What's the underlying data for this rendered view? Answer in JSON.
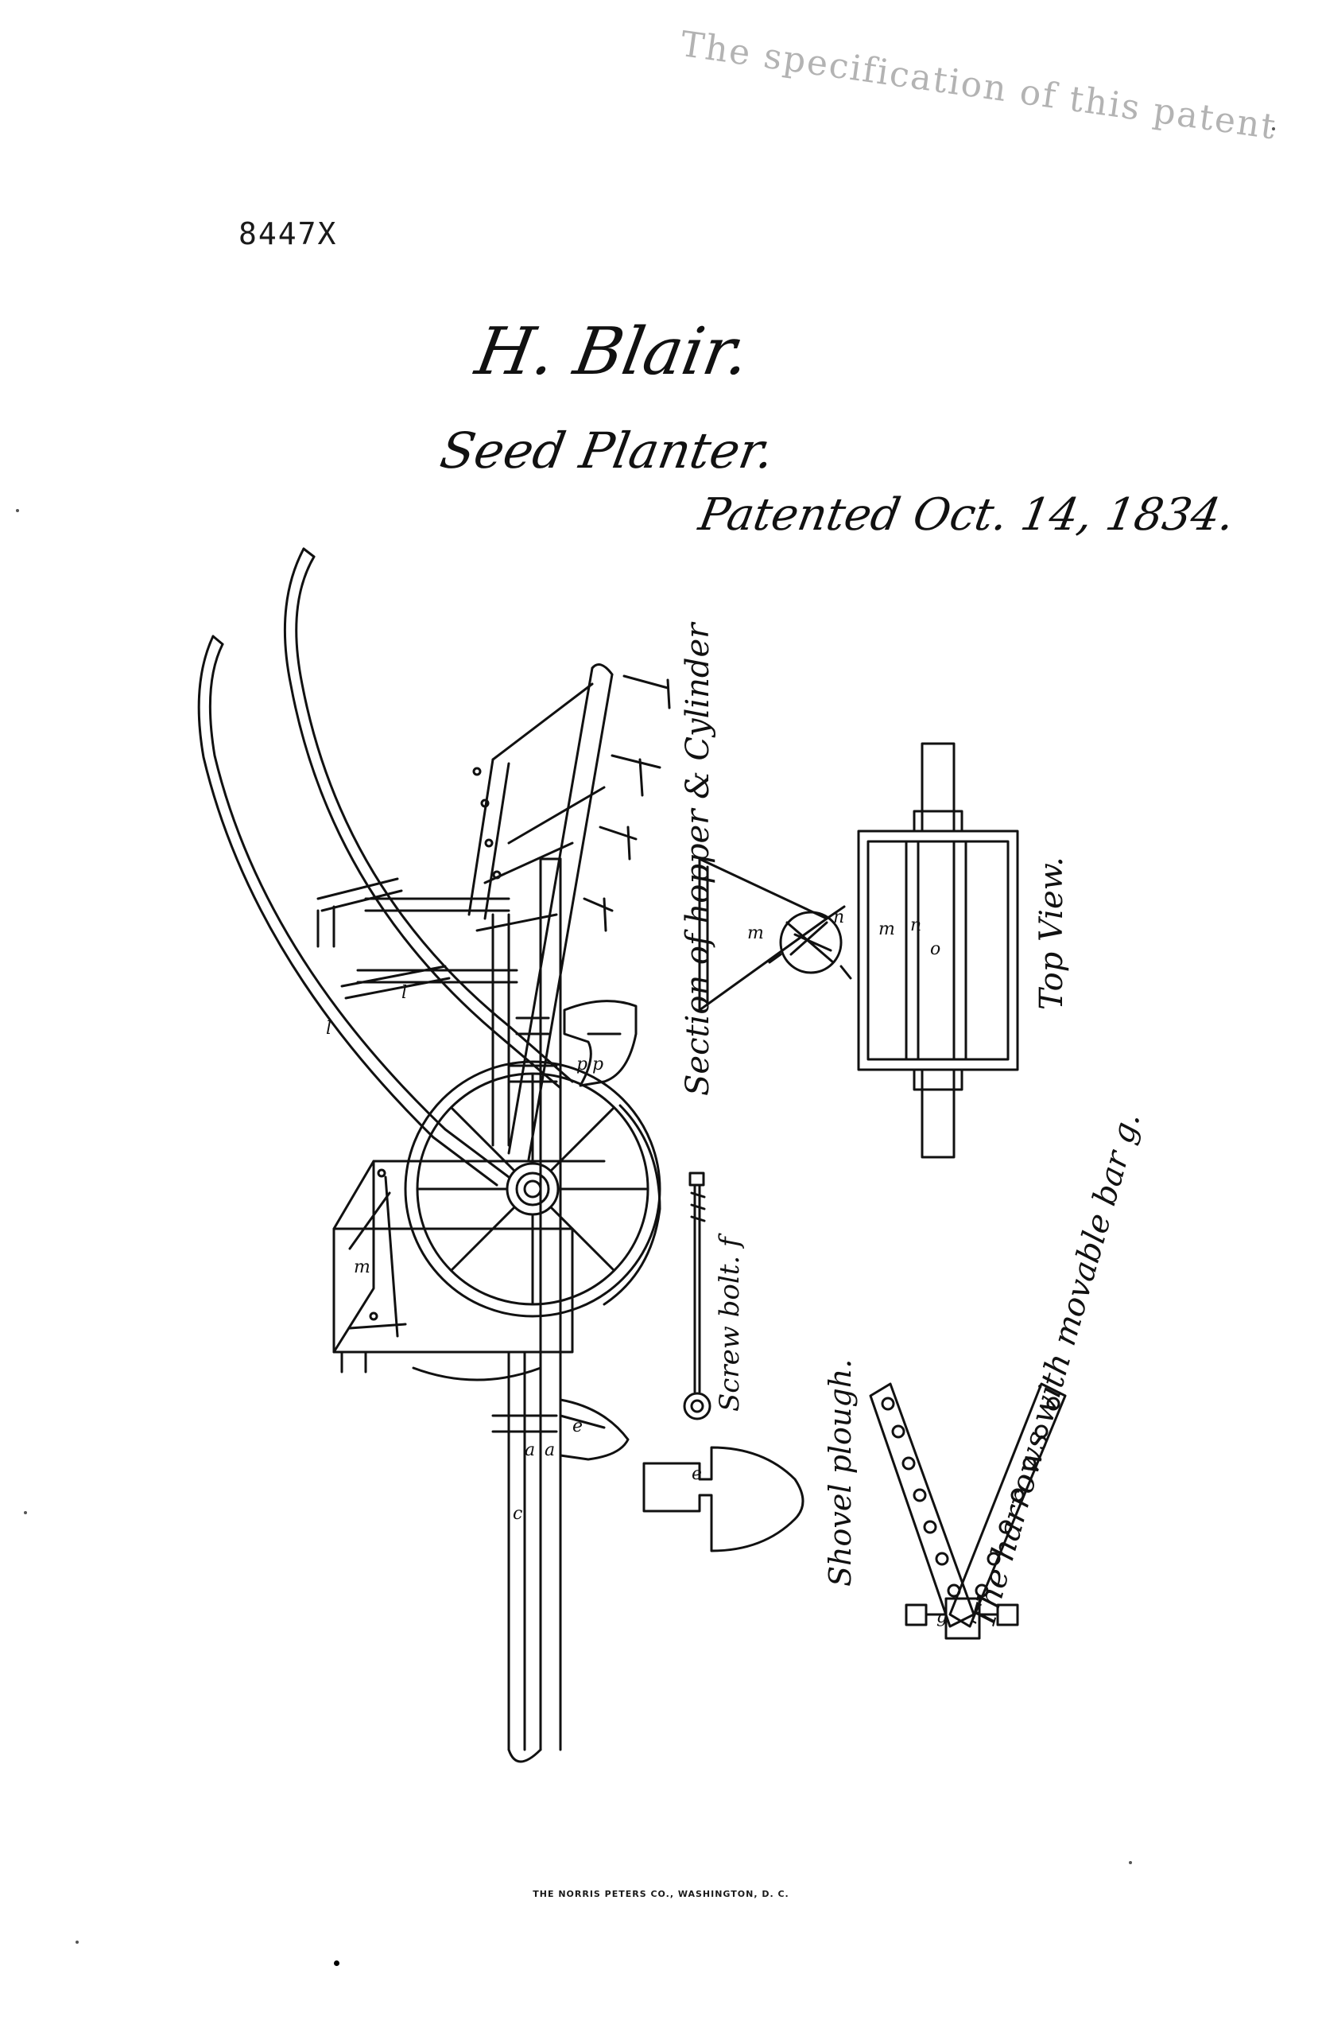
{
  "stamp": "The specification of this patent",
  "patent_number": "8447X",
  "inventor": "H. Blair.",
  "invention_title": "Seed Planter.",
  "patent_date": "Patented Oct. 14, 1834.",
  "captions": {
    "section": "Section of hopper & Cylinder",
    "top_view": "Top View.",
    "screw_bolt": "Screw bolt. f",
    "shovel_plough": "Shovel plough.",
    "harrow": "The harrows with movable bar g."
  },
  "part_letters": {
    "handle_l1": "l",
    "handle_l2": "l",
    "hopper_m": "m",
    "section_m": "m",
    "plough_p": "p",
    "plough_p2": "p",
    "frame_a": "a",
    "frame_a2": "a",
    "frame_c": "c",
    "frame_e": "e",
    "shovel_e": "e",
    "harrow_g": "g",
    "top_m": "m",
    "top_n": "n",
    "top_o": "o",
    "cyl_n": "n"
  },
  "imprint": "THE NORRIS PETERS CO., WASHINGTON, D. C."
}
